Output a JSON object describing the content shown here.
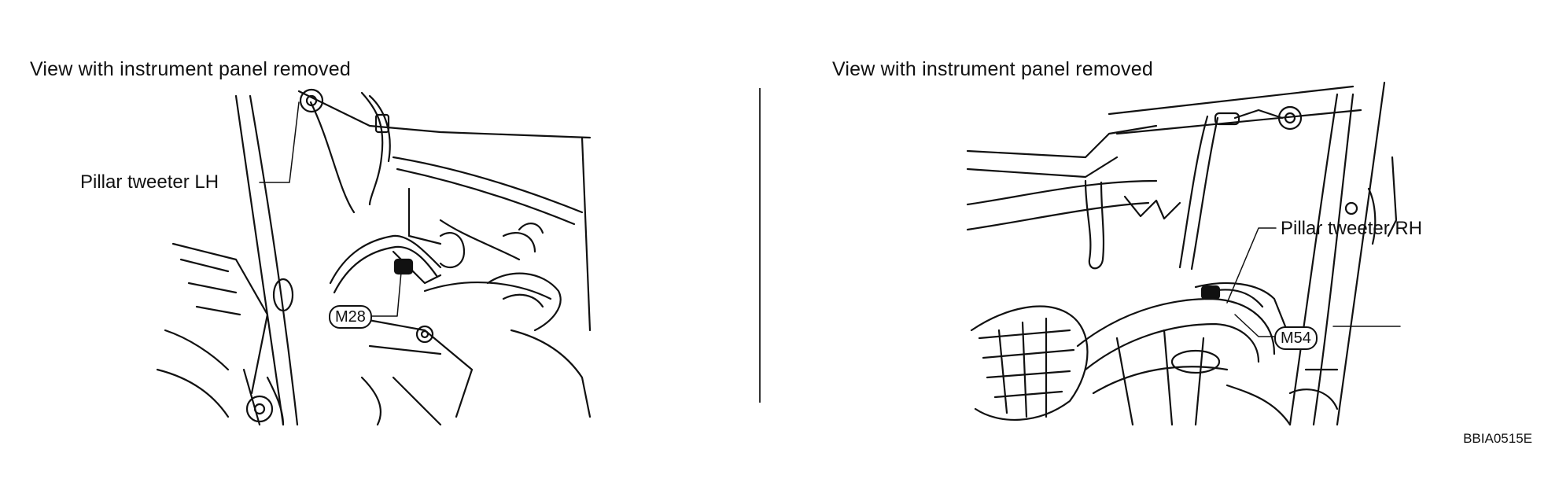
{
  "panels": [
    {
      "title": "View with instrument panel removed",
      "callout": "Pillar tweeter LH",
      "connector": "M28"
    },
    {
      "title": "View with instrument panel removed",
      "callout": "Pillar tweeter RH",
      "connector": "M54"
    }
  ],
  "figure_code": "BBIA0515E"
}
